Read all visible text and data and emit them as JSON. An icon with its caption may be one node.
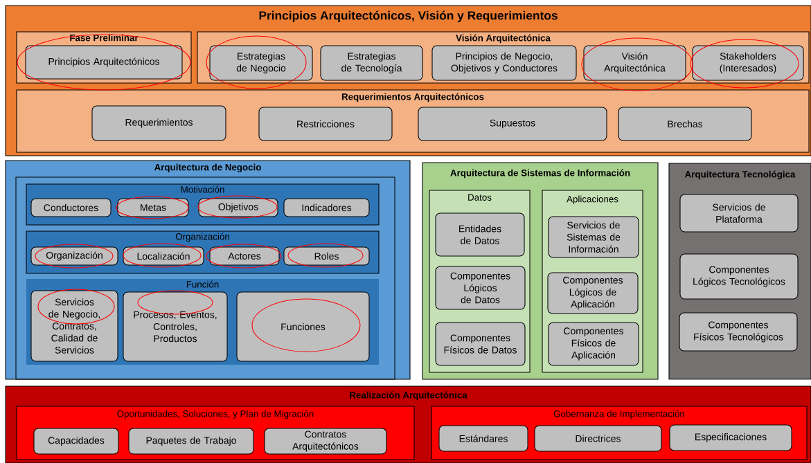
{
  "diagram": {
    "nodes": [
      {
        "text": [
          "Principios Arquitectónicos, Visión y Requerimientos"
        ]
      },
      {
        "text": [
          "Fase Preliminar"
        ],
        "in": 0
      },
      {
        "text": [
          "Principios Arquitectónicos"
        ],
        "in": 1
      },
      {
        "text": [
          "Visión Arquitectónica"
        ],
        "in": 0
      },
      {
        "text": [
          "Estrategias de Negocio"
        ],
        "in": 3
      },
      {
        "text": [
          "Estrategias de Tecnología"
        ],
        "in": 3
      },
      {
        "text": [
          "Principios de Negocio, Objetivos y Conductores"
        ],
        "in": 3
      },
      {
        "text": [
          "Visión Arquitectónica"
        ],
        "in": 3
      },
      {
        "text": [
          "Stakeholders (Interesados)"
        ],
        "in": 3
      },
      {
        "text": [
          "Requerimientos Arquitectónicos"
        ],
        "in": 0
      },
      {
        "text": [
          "Requerimientos"
        ],
        "in": 9
      },
      {
        "text": [
          "Restricciones"
        ],
        "in": 9
      },
      {
        "text": [
          "Supuestos"
        ],
        "in": 9
      },
      {
        "text": [
          "Brechas"
        ],
        "in": 9
      },
      {
        "text": [
          "Arquitectura de Negocio"
        ]
      },
      {
        "text": [
          "Motivación"
        ],
        "in": 14
      },
      {
        "text": [
          "Conductores"
        ],
        "in": 15
      },
      {
        "text": [
          "Metas"
        ],
        "in": 15
      },
      {
        "text": [
          "Objetivos"
        ],
        "in": 15
      },
      {
        "text": [
          "Indicadores"
        ],
        "in": 15
      },
      {
        "text": [
          "Organización"
        ],
        "in": 14
      },
      {
        "text": [
          "Organización"
        ],
        "in": 20
      },
      {
        "text": [
          "Localización"
        ],
        "in": 20
      },
      {
        "text": [
          "Actores"
        ],
        "in": 20
      },
      {
        "text": [
          "Roles"
        ],
        "in": 20
      },
      {
        "text": [
          "Función"
        ],
        "in": 14
      },
      {
        "text": [
          "Servicios de Negocio, Contratos, Calidad de Servicios"
        ],
        "in": 25
      },
      {
        "text": [
          "Procesos, Eventos, Controles, Productos"
        ],
        "in": 25
      },
      {
        "text": [
          "Funciones"
        ],
        "in": 25
      },
      {
        "text": [
          "Arquitectura de Sistemas de Información"
        ]
      },
      {
        "text": [
          "Datos"
        ],
        "in": 29
      },
      {
        "text": [
          "Entidades de Datos"
        ],
        "in": 30
      },
      {
        "text": [
          "Componentes Lógicos de Datos"
        ],
        "in": 30
      },
      {
        "text": [
          "Componentes Físicos de Datos"
        ],
        "in": 30
      },
      {
        "text": [
          "Aplicaciones"
        ],
        "in": 29
      },
      {
        "text": [
          "Servicios de Sistemas de Información"
        ],
        "in": 34
      },
      {
        "text": [
          "Componentes Lógicos de Aplicación"
        ],
        "in": 34
      },
      {
        "text": [
          "Componentes Físicos de Aplicación"
        ],
        "in": 34
      },
      {
        "text": [
          "Arquitectura Tecnológica"
        ]
      },
      {
        "text": [
          "Servicios de Plataforma"
        ],
        "in": 38
      },
      {
        "text": [
          "Componentes Lógicos Tecnológicos"
        ],
        "in": 38
      },
      {
        "text": [
          "Componentes Físicos Tecnológicos"
        ],
        "in": 38
      },
      {
        "text": [
          "Realización Arquitectónica"
        ]
      },
      {
        "text": [
          "Oportunidades, Soluciones, y Plan de Migración"
        ],
        "in": 42
      },
      {
        "text": [
          "Capacidades"
        ],
        "in": 43
      },
      {
        "text": [
          "Paquetes de Trabajo"
        ],
        "in": 43
      },
      {
        "text": [
          "Contratos Arquitectónicos"
        ],
        "in": 43
      },
      {
        "text": [
          "Gobernanza de Implementación"
        ],
        "in": 42
      },
      {
        "text": [
          "Estándares"
        ],
        "in": 47
      },
      {
        "text": [
          "Directrices"
        ],
        "in": 47
      },
      {
        "text": [
          "Especificaciones"
        ],
        "in": 47
      }
    ]
  }
}
